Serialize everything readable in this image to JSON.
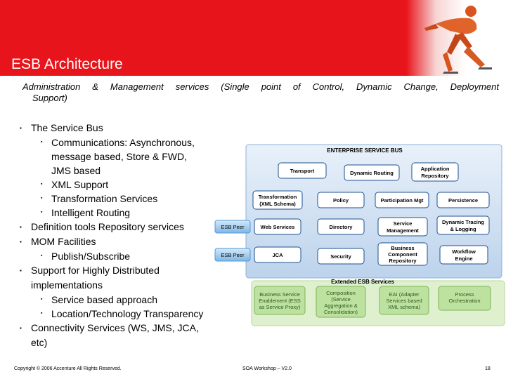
{
  "header": {
    "title": "ESB Architecture"
  },
  "subtitle": {
    "line1": "Administration & Management services (Single point of Control, Dynamic Change, Deployment",
    "line2": "Support)"
  },
  "bullets": [
    {
      "level": 1,
      "text": "The Service Bus"
    },
    {
      "level": 2,
      "text": "Communications: Asynchronous,"
    },
    {
      "level": 2,
      "text": "message based, Store & FWD,"
    },
    {
      "level": 2,
      "text": "JMS based"
    },
    {
      "level": 2,
      "text": "XML Support"
    },
    {
      "level": 2,
      "text": "Transformation Services"
    },
    {
      "level": 2,
      "text": "Intelligent Routing"
    },
    {
      "level": 1,
      "text": "Definition tools Repository services"
    },
    {
      "level": 1,
      "text": "MOM Facilities"
    },
    {
      "level": 2,
      "text": "Publish/Subscribe"
    },
    {
      "level": 1,
      "text": "Support for Highly Distributed"
    },
    {
      "level": 1,
      "text": "implementations"
    },
    {
      "level": 2,
      "text": "Service based approach"
    },
    {
      "level": 2,
      "text": "Location/Technology Transparency"
    },
    {
      "level": 1,
      "text": "Connectivity Services (WS, JMS, JCA,"
    },
    {
      "level": 1,
      "text": "etc)"
    }
  ],
  "diagram": {
    "esb_title": "ENTERPRISE SERVICE BUS",
    "peers": [
      "ESB Peer",
      "ESB Peer"
    ],
    "boxes": {
      "transport": "Transport",
      "dynamic_routing": "Dynamic Routing",
      "app_repo_1": "Application",
      "app_repo_2": "Repository",
      "transform_1": "Transformation",
      "transform_2": "(XML Schema)",
      "policy": "Policy",
      "participation": "Participation Mgt",
      "persistence": "Persistence",
      "web_services": "Web Services",
      "directory": "Directory",
      "service_mgmt_1": "Service",
      "service_mgmt_2": "Management",
      "tracing_1": "Dynamic Tracing",
      "tracing_2": "& Logging",
      "jca": "JCA",
      "security": "Security",
      "bcr_1": "Business",
      "bcr_2": "Component",
      "bcr_3": "Repository",
      "workflow_1": "Workflow",
      "workflow_2": "Engine"
    },
    "extended_title": "Extended ESB Services",
    "extended": {
      "e1_1": "Business Service",
      "e1_2": "Enablement (ESS",
      "e1_3": "as Service Proxy)",
      "e2_1": "Composition",
      "e2_2": "(Service",
      "e2_3": "Aggregation &",
      "e2_4": "Consolidation)",
      "e3_1": "EAI (Adapter",
      "e3_2": "Services based",
      "e3_3": "XML schema)",
      "e4_1": "Process",
      "e4_2": "Orchestration"
    },
    "colors": {
      "bus": "#3a7bbf",
      "box_border": "#1f4f8f",
      "extended": "#cde8b4",
      "peer": "#4e9ad8"
    }
  },
  "footer": {
    "copyright": "Copyright © 2006 Accenture All Rights Reserved.",
    "workshop": "SOA Workshop – V2.0",
    "page": "18"
  }
}
